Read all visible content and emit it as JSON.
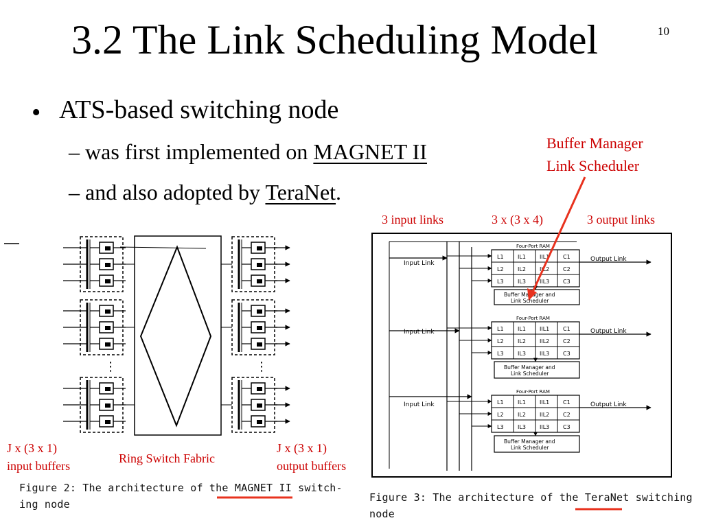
{
  "slide": {
    "title": "3.2 The Link Scheduling Model",
    "page_number": "10"
  },
  "bullets": {
    "main": "ATS-based switching node",
    "sub1_prefix": "– was first implemented on ",
    "sub1_link": "MAGNET II",
    "sub2_prefix": "– and also adopted by ",
    "sub2_link": "TeraNet",
    "sub2_suffix": "."
  },
  "annotations": {
    "buffer_manager": "Buffer Manager",
    "link_scheduler": "Link Scheduler",
    "input_links": "3 input links",
    "matrix": "3 x (3 x 4)",
    "output_links": "3 output links",
    "j_in_line1": "J x (3 x 1)",
    "j_in_line2": "input buffers",
    "ring": "Ring Switch Fabric",
    "j_out_line1": "J x (3 x 1)",
    "j_out_line2": "output buffers"
  },
  "figure2": {
    "caption_line1": "Figure 2: The architecture of the MAGNET II switch-",
    "caption_line2": "ing node"
  },
  "figure3": {
    "caption_line1": "Figure 3: The architecture of the TeraNet switching",
    "caption_line2": "node",
    "input_link_label": "Input Link",
    "output_link_label": "Output Link",
    "ram_label": "Four-Port RAM",
    "scheduler_line1": "Buffer Manager and",
    "scheduler_line2": "Link Scheduler",
    "cells_row1": [
      "L1",
      "IL1",
      "IIL1",
      "C1"
    ],
    "cells_row2": [
      "L2",
      "IL2",
      "IIL2",
      "C2"
    ],
    "cells_row3": [
      "L3",
      "IL3",
      "IIL3",
      "C3"
    ]
  },
  "colors": {
    "accent_red": "#cc0000",
    "ink": "#000000"
  }
}
